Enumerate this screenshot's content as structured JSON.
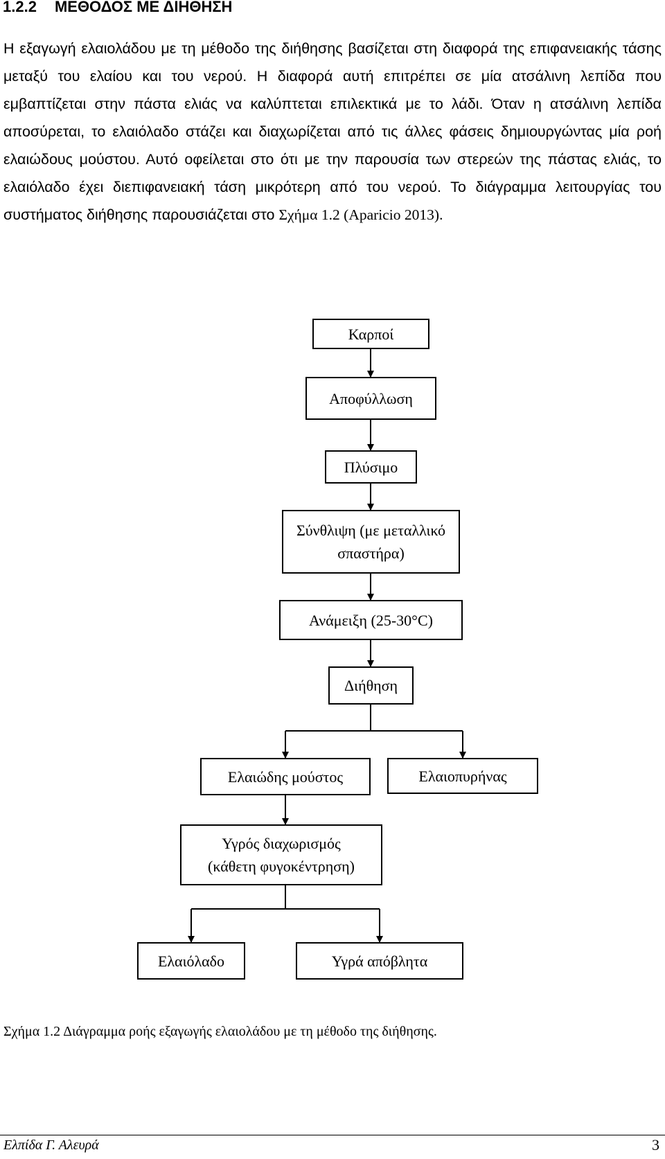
{
  "section": {
    "number": "1.2.2",
    "title": "ΜΕΘΟΔΟΣ ΜΕ ΔΙΗΘΗΣΗ"
  },
  "paragraph": {
    "text_1": "Η εξαγωγή ελαιολάδου με τη μέθοδο της διήθησης βασίζεται στη διαφορά της επιφανειακής τάσης μεταξύ του ελαίου και του νερού. Η διαφορά αυτή επιτρέπει σε μία ατσάλινη λεπίδα που εμβαπτίζεται στην πάστα ελιάς να καλύπτεται επιλεκτικά με το λάδι. Όταν η ατσάλινη λεπίδα αποσύρεται, το ελαιόλαδο στάζει και διαχωρίζεται από τις άλλες φάσεις δημιουργώντας μία ροή ελαιώδους μούστου. Αυτό οφείλεται στο ότι με την παρουσία των στερεών της πάστας ελιάς, το ελαιόλαδο έχει διεπιφανειακή τάση μικρότερη από του νερού. Το διάγραμμα λειτουργίας του συστήματος διήθησης παρουσιάζεται στο ",
    "text_2": "Σχήμα 1.2 (Aparicio 2013)."
  },
  "flowchart": {
    "step_1": "Καρποί",
    "step_2": "Αποφύλλωση",
    "step_3": "Πλύσιμο",
    "step_4_line1": "Σύνθλιψη (με μεταλλικό",
    "step_4_line2": "σπαστήρα)",
    "step_5": "Ανάμειξη (25-30°C)",
    "step_6": "Διήθηση",
    "output_left": "Ελαιώδης μούστος",
    "output_right": "Ελαιοπυρήνας",
    "step_7_line1": "Υγρός διαχωρισμός",
    "step_7_line2": "(κάθετη φυγοκέντρηση)",
    "final_left": "Ελαιόλαδο",
    "final_right": "Υγρά απόβλητα"
  },
  "caption": {
    "label": "Σχήμα 1.2",
    "text": "Διάγραμμα ροής εξαγωγής ελαιολάδου με τη μέθοδο της διήθησης."
  },
  "footer": {
    "author": "Ελπίδα Γ. Αλευρά",
    "page_number": "3"
  }
}
